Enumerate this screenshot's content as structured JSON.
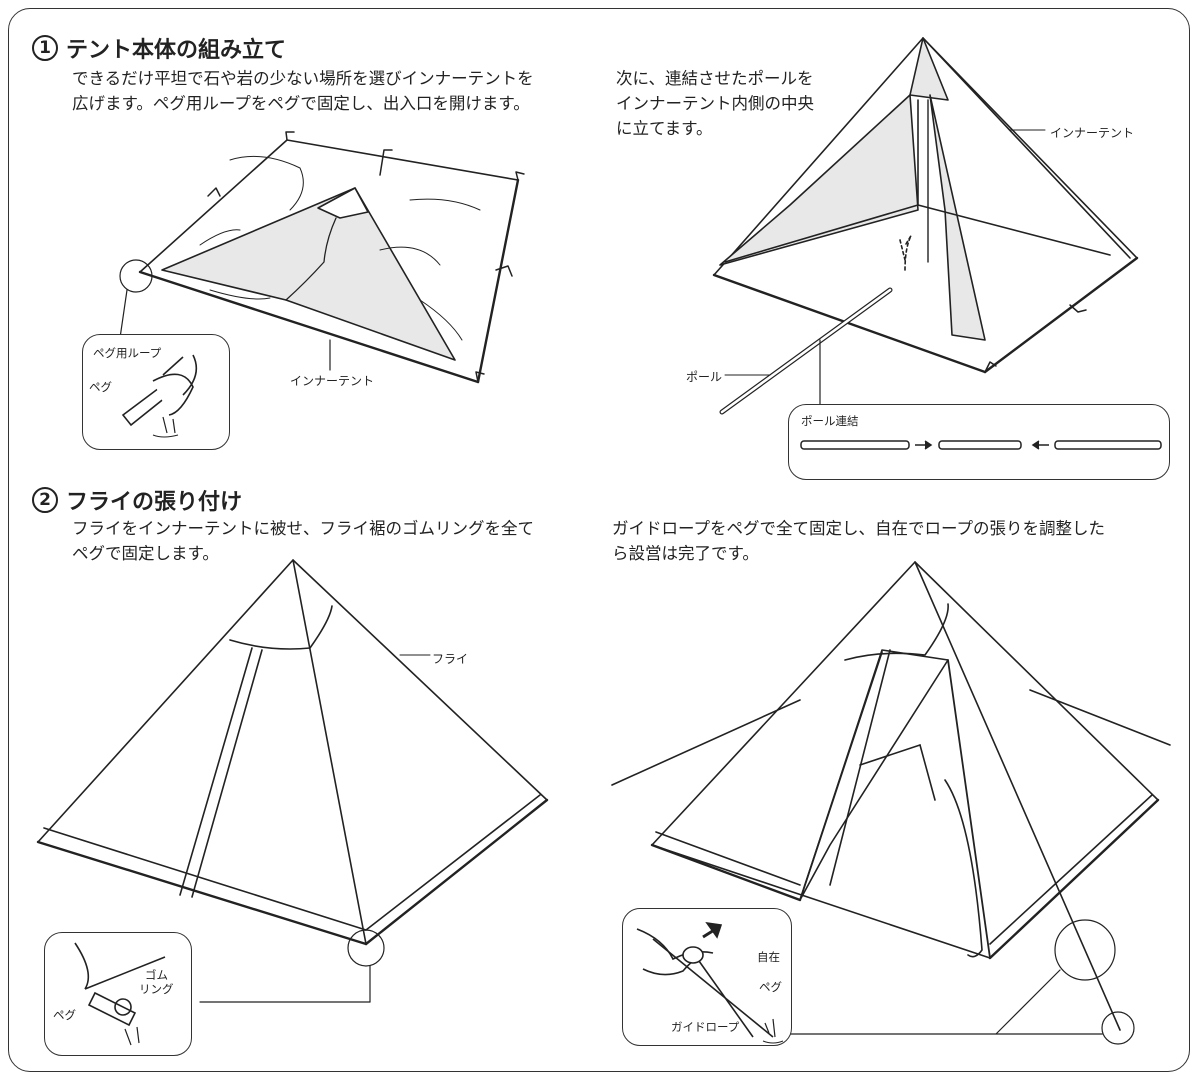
{
  "steps": [
    {
      "number": "1",
      "title": "テント本体の組み立て",
      "text_a": "できるだけ平坦で石や岩の少ない場所を選びインナーテントを",
      "text_b": "広げます。ペグ用ループをペグで固定し、出入口を開けます。",
      "text_c_1": "次に、連結させたポールを",
      "text_c_2": "インナーテント内側の中央",
      "text_c_3": "に立てます。"
    },
    {
      "number": "2",
      "title": "フライの張り付け",
      "text_a": "フライをインナーテントに被せ、フライ裾のゴムリングを全て",
      "text_b": "ペグで固定します。",
      "text_c_1": "ガイドロープをペグで全て固定し、自在でロープの張りを調整した",
      "text_c_2": "ら設営は完了です。"
    }
  ],
  "labels": {
    "peg_loop": "ペグ用ループ",
    "peg": "ペグ",
    "inner_tent": "インナーテント",
    "pole": "ポール",
    "pole_connect": "ポール連結",
    "fly": "フライ",
    "rubber_ring_1": "ゴム",
    "rubber_ring_2": "リング",
    "jizai": "自在",
    "guy_rope": "ガイドロープ"
  },
  "colors": {
    "line": "#222222",
    "fill": "#e8e8e8",
    "frame": "#333333"
  }
}
